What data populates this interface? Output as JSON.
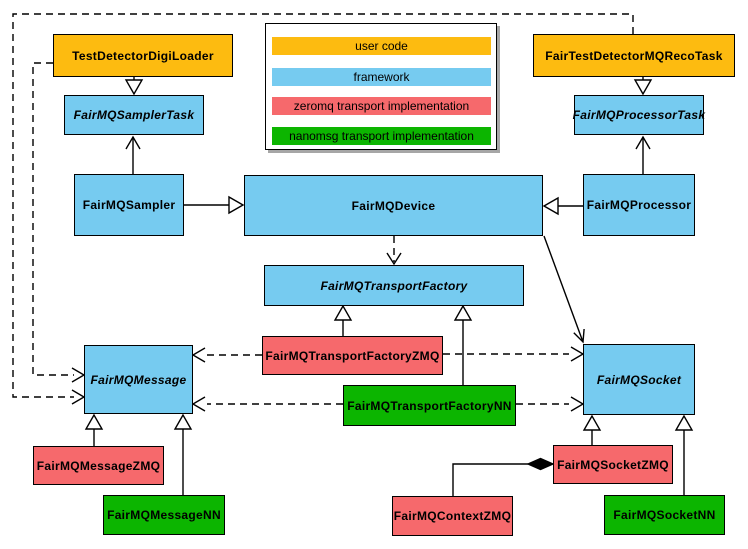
{
  "palette": {
    "user_code": "#FDBB10",
    "framework": "#76CBF0",
    "zeromq": "#F6696C",
    "nanomsg": "#0CB500"
  },
  "legend": {
    "items": [
      {
        "label": "user code",
        "category": "user_code"
      },
      {
        "label": "framework",
        "category": "framework"
      },
      {
        "label": "zeromq transport implementation",
        "category": "zeromq"
      },
      {
        "label": "nanomsg transport implementation",
        "category": "nanomsg"
      }
    ]
  },
  "nodes": {
    "testDetectorDigiLoader": {
      "label": "TestDetectorDigiLoader",
      "category": "user_code",
      "abstract": false
    },
    "fairTestDetectorMQRecoTask": {
      "label": "FairTestDetectorMQRecoTask",
      "category": "user_code",
      "abstract": false
    },
    "fairMQSamplerTask": {
      "label": "FairMQSamplerTask",
      "category": "framework",
      "abstract": true
    },
    "fairMQProcessorTask": {
      "label": "FairMQProcessorTask",
      "category": "framework",
      "abstract": true
    },
    "fairMQSampler": {
      "label": "FairMQSampler",
      "category": "framework",
      "abstract": false
    },
    "fairMQDevice": {
      "label": "FairMQDevice",
      "category": "framework",
      "abstract": false
    },
    "fairMQProcessor": {
      "label": "FairMQProcessor",
      "category": "framework",
      "abstract": false
    },
    "fairMQTransportFactory": {
      "label": "FairMQTransportFactory",
      "category": "framework",
      "abstract": true
    },
    "fairMQTransportFactoryZMQ": {
      "label": "FairMQTransportFactoryZMQ",
      "category": "zeromq",
      "abstract": false
    },
    "fairMQTransportFactoryNN": {
      "label": "FairMQTransportFactoryNN",
      "category": "nanomsg",
      "abstract": false
    },
    "fairMQMessage": {
      "label": "FairMQMessage",
      "category": "framework",
      "abstract": true
    },
    "fairMQSocket": {
      "label": "FairMQSocket",
      "category": "framework",
      "abstract": true
    },
    "fairMQMessageZMQ": {
      "label": "FairMQMessageZMQ",
      "category": "zeromq",
      "abstract": false
    },
    "fairMQMessageNN": {
      "label": "FairMQMessageNN",
      "category": "nanomsg",
      "abstract": false
    },
    "fairMQSocketZMQ": {
      "label": "FairMQSocketZMQ",
      "category": "zeromq",
      "abstract": false
    },
    "fairMQSocketNN": {
      "label": "FairMQSocketNN",
      "category": "nanomsg",
      "abstract": false
    },
    "fairMQContextZMQ": {
      "label": "FairMQContextZMQ",
      "category": "zeromq",
      "abstract": false
    }
  },
  "edges": [
    {
      "from": "TestDetectorDigiLoader",
      "to": "FairMQSamplerTask",
      "type": "generalization",
      "style": "solid"
    },
    {
      "from": "FairTestDetectorMQRecoTask",
      "to": "FairMQProcessorTask",
      "type": "generalization",
      "style": "solid"
    },
    {
      "from": "FairMQSampler",
      "to": "FairMQSamplerTask",
      "type": "association",
      "style": "solid"
    },
    {
      "from": "FairMQProcessor",
      "to": "FairMQProcessorTask",
      "type": "association",
      "style": "solid"
    },
    {
      "from": "FairMQSampler",
      "to": "FairMQDevice",
      "type": "generalization",
      "style": "solid"
    },
    {
      "from": "FairMQProcessor",
      "to": "FairMQDevice",
      "type": "generalization",
      "style": "solid"
    },
    {
      "from": "FairMQDevice",
      "to": "FairMQTransportFactory",
      "type": "dependency",
      "style": "dashed"
    },
    {
      "from": "FairMQDevice",
      "to": "FairMQSocket",
      "type": "association",
      "style": "solid"
    },
    {
      "from": "FairMQTransportFactoryZMQ",
      "to": "FairMQTransportFactory",
      "type": "generalization",
      "style": "solid"
    },
    {
      "from": "FairMQTransportFactoryNN",
      "to": "FairMQTransportFactory",
      "type": "generalization",
      "style": "solid"
    },
    {
      "from": "FairMQTransportFactoryZMQ",
      "to": "FairMQMessage",
      "type": "dependency",
      "style": "dashed"
    },
    {
      "from": "FairMQTransportFactoryZMQ",
      "to": "FairMQSocket",
      "type": "dependency",
      "style": "dashed"
    },
    {
      "from": "FairMQTransportFactoryNN",
      "to": "FairMQMessage",
      "type": "dependency",
      "style": "dashed"
    },
    {
      "from": "FairMQTransportFactoryNN",
      "to": "FairMQSocket",
      "type": "dependency",
      "style": "dashed"
    },
    {
      "from": "TestDetectorDigiLoader",
      "to": "FairMQMessage",
      "type": "dependency",
      "style": "dashed"
    },
    {
      "from": "FairTestDetectorMQRecoTask",
      "to": "FairMQMessage",
      "type": "dependency",
      "style": "dashed"
    },
    {
      "from": "FairMQMessageZMQ",
      "to": "FairMQMessage",
      "type": "generalization",
      "style": "solid"
    },
    {
      "from": "FairMQMessageNN",
      "to": "FairMQMessage",
      "type": "generalization",
      "style": "solid"
    },
    {
      "from": "FairMQSocketZMQ",
      "to": "FairMQSocket",
      "type": "generalization",
      "style": "solid"
    },
    {
      "from": "FairMQSocketNN",
      "to": "FairMQSocket",
      "type": "generalization",
      "style": "solid"
    },
    {
      "from": "FairMQContextZMQ",
      "to": "FairMQSocketZMQ",
      "type": "composition",
      "style": "solid"
    }
  ]
}
